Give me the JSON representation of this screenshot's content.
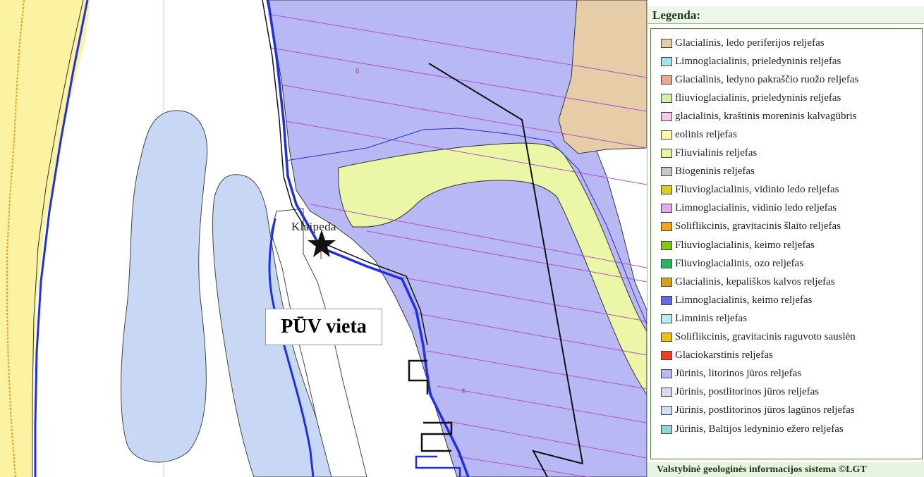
{
  "map": {
    "city_label": "Klaipeda",
    "site_label": "PŪV vieta",
    "zone_numbers": [
      "6",
      "4"
    ],
    "colors": {
      "marine_litorina": "#b8b8f4",
      "lagoon": "#c8d8f4",
      "aeolian": "#ebf6a6",
      "glacial_periphery": "#e6cda8",
      "coast_yellow": "#fbf2a2",
      "river_line": "#1f2fe8"
    }
  },
  "legend": {
    "title": "Legenda:",
    "footer": "Valstybinė geologinės informacijos sistema ©LGT",
    "items": [
      {
        "label": "Glacialinis, ledo periferijos reljefas",
        "color": "#e6cca8"
      },
      {
        "label": "Limnoglacialinis, prieledyninis reljefas",
        "color": "#a8e0ee"
      },
      {
        "label": "Glacialinis, ledyno pakraščio ruožo reljefas",
        "color": "#e8a88a"
      },
      {
        "label": "fliuvioglacialinis, prieledyninis reljefas",
        "color": "#d6f0a8"
      },
      {
        "label": "glacialinis, kraštinis moreninis kalvagūbris",
        "color": "#f8c8ec"
      },
      {
        "label": "eolinis reljefas",
        "color": "#fafaa8"
      },
      {
        "label": "Fliuvialinis reljefas",
        "color": "#e8f4a0"
      },
      {
        "label": "Biogeninis reljefas",
        "color": "#c8c8c8"
      },
      {
        "label": "Fliuvioglacialinis, vidinio ledo reljefas",
        "color": "#d8d020"
      },
      {
        "label": "Limnoglacialinis, vidinio ledo reljefas",
        "color": "#e8a8f0"
      },
      {
        "label": "Soliflikcinis, gravitacinis šlaito reljefas",
        "color": "#f8a020"
      },
      {
        "label": "Fliuvioglacialinis, keimo reljefas",
        "color": "#80c820"
      },
      {
        "label": "Fliuvioglacialinis, ozo reljefas",
        "color": "#20b860"
      },
      {
        "label": "Glacialinis, kepališkos kalvos reljefas",
        "color": "#d8a020"
      },
      {
        "label": "Limnoglacialinis, keimo reljefas",
        "color": "#6868e8"
      },
      {
        "label": "Limninis reljefas",
        "color": "#b0f0f4"
      },
      {
        "label": "Soliflikcinis, gravitacinis raguvoto sauslėn",
        "color": "#f0c010"
      },
      {
        "label": "Glaciokarstinis reljefas",
        "color": "#f04020"
      },
      {
        "label": "Jūrinis, litorinos jūros reljefas",
        "color": "#b8b8f4"
      },
      {
        "label": "Jūrinis, postlitorinos jūros reljefas",
        "color": "#d8d8f4"
      },
      {
        "label": "Jūrinis, postlitorinos jūros lagūnos reljefas",
        "color": "#d0e0f8"
      },
      {
        "label": "Jūrinis, Baltijos ledyninio ežero reljefas",
        "color": "#90d8d8"
      }
    ]
  }
}
